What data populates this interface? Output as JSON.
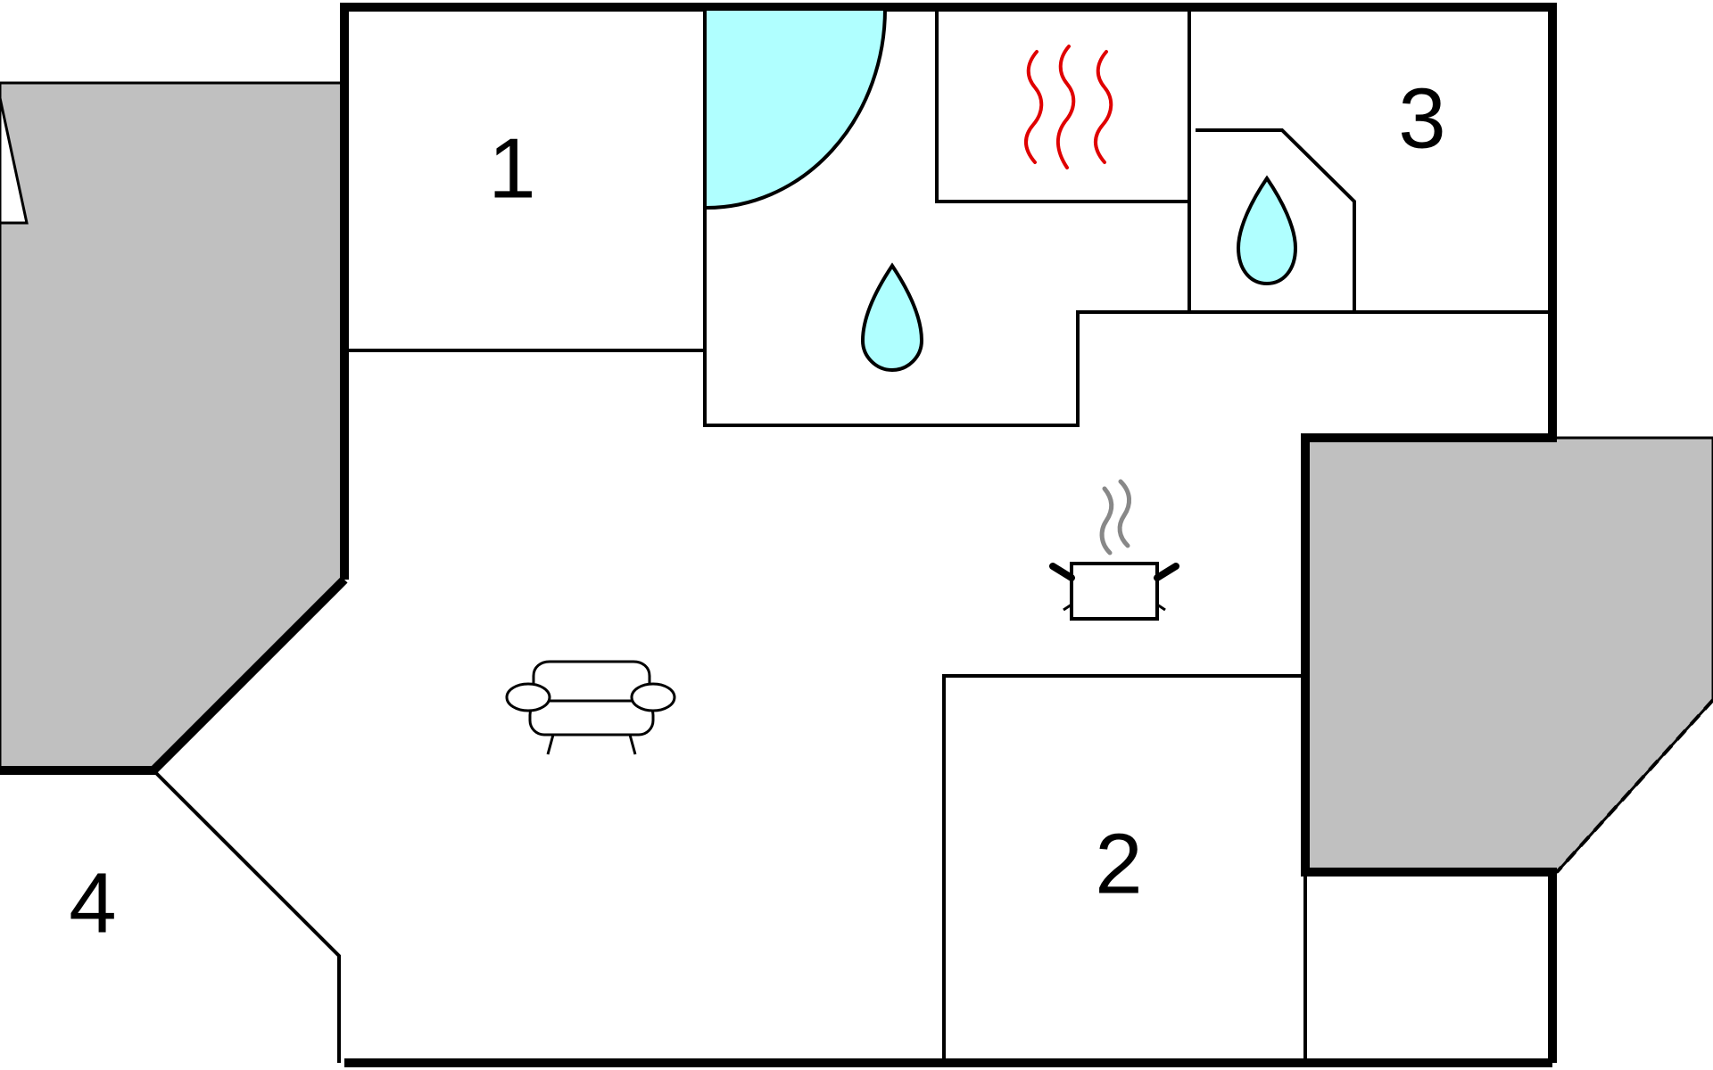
{
  "floorplan": {
    "rooms": [
      {
        "id": "room-1",
        "label": "1"
      },
      {
        "id": "room-2",
        "label": "2"
      },
      {
        "id": "room-3",
        "label": "3"
      },
      {
        "id": "room-4",
        "label": "4"
      }
    ],
    "icons": [
      "shower-icon",
      "sauna-icon",
      "water-drop-icon",
      "kitchen-icon",
      "sofa-icon"
    ],
    "colors": {
      "wall": "#000000",
      "floor": "#ffffff",
      "outdoor": "#c0c0c0",
      "shower": "#b0ffff",
      "water_drop": "#b0ffff",
      "sauna_heat": "#e00000",
      "steam": "#888888"
    }
  }
}
